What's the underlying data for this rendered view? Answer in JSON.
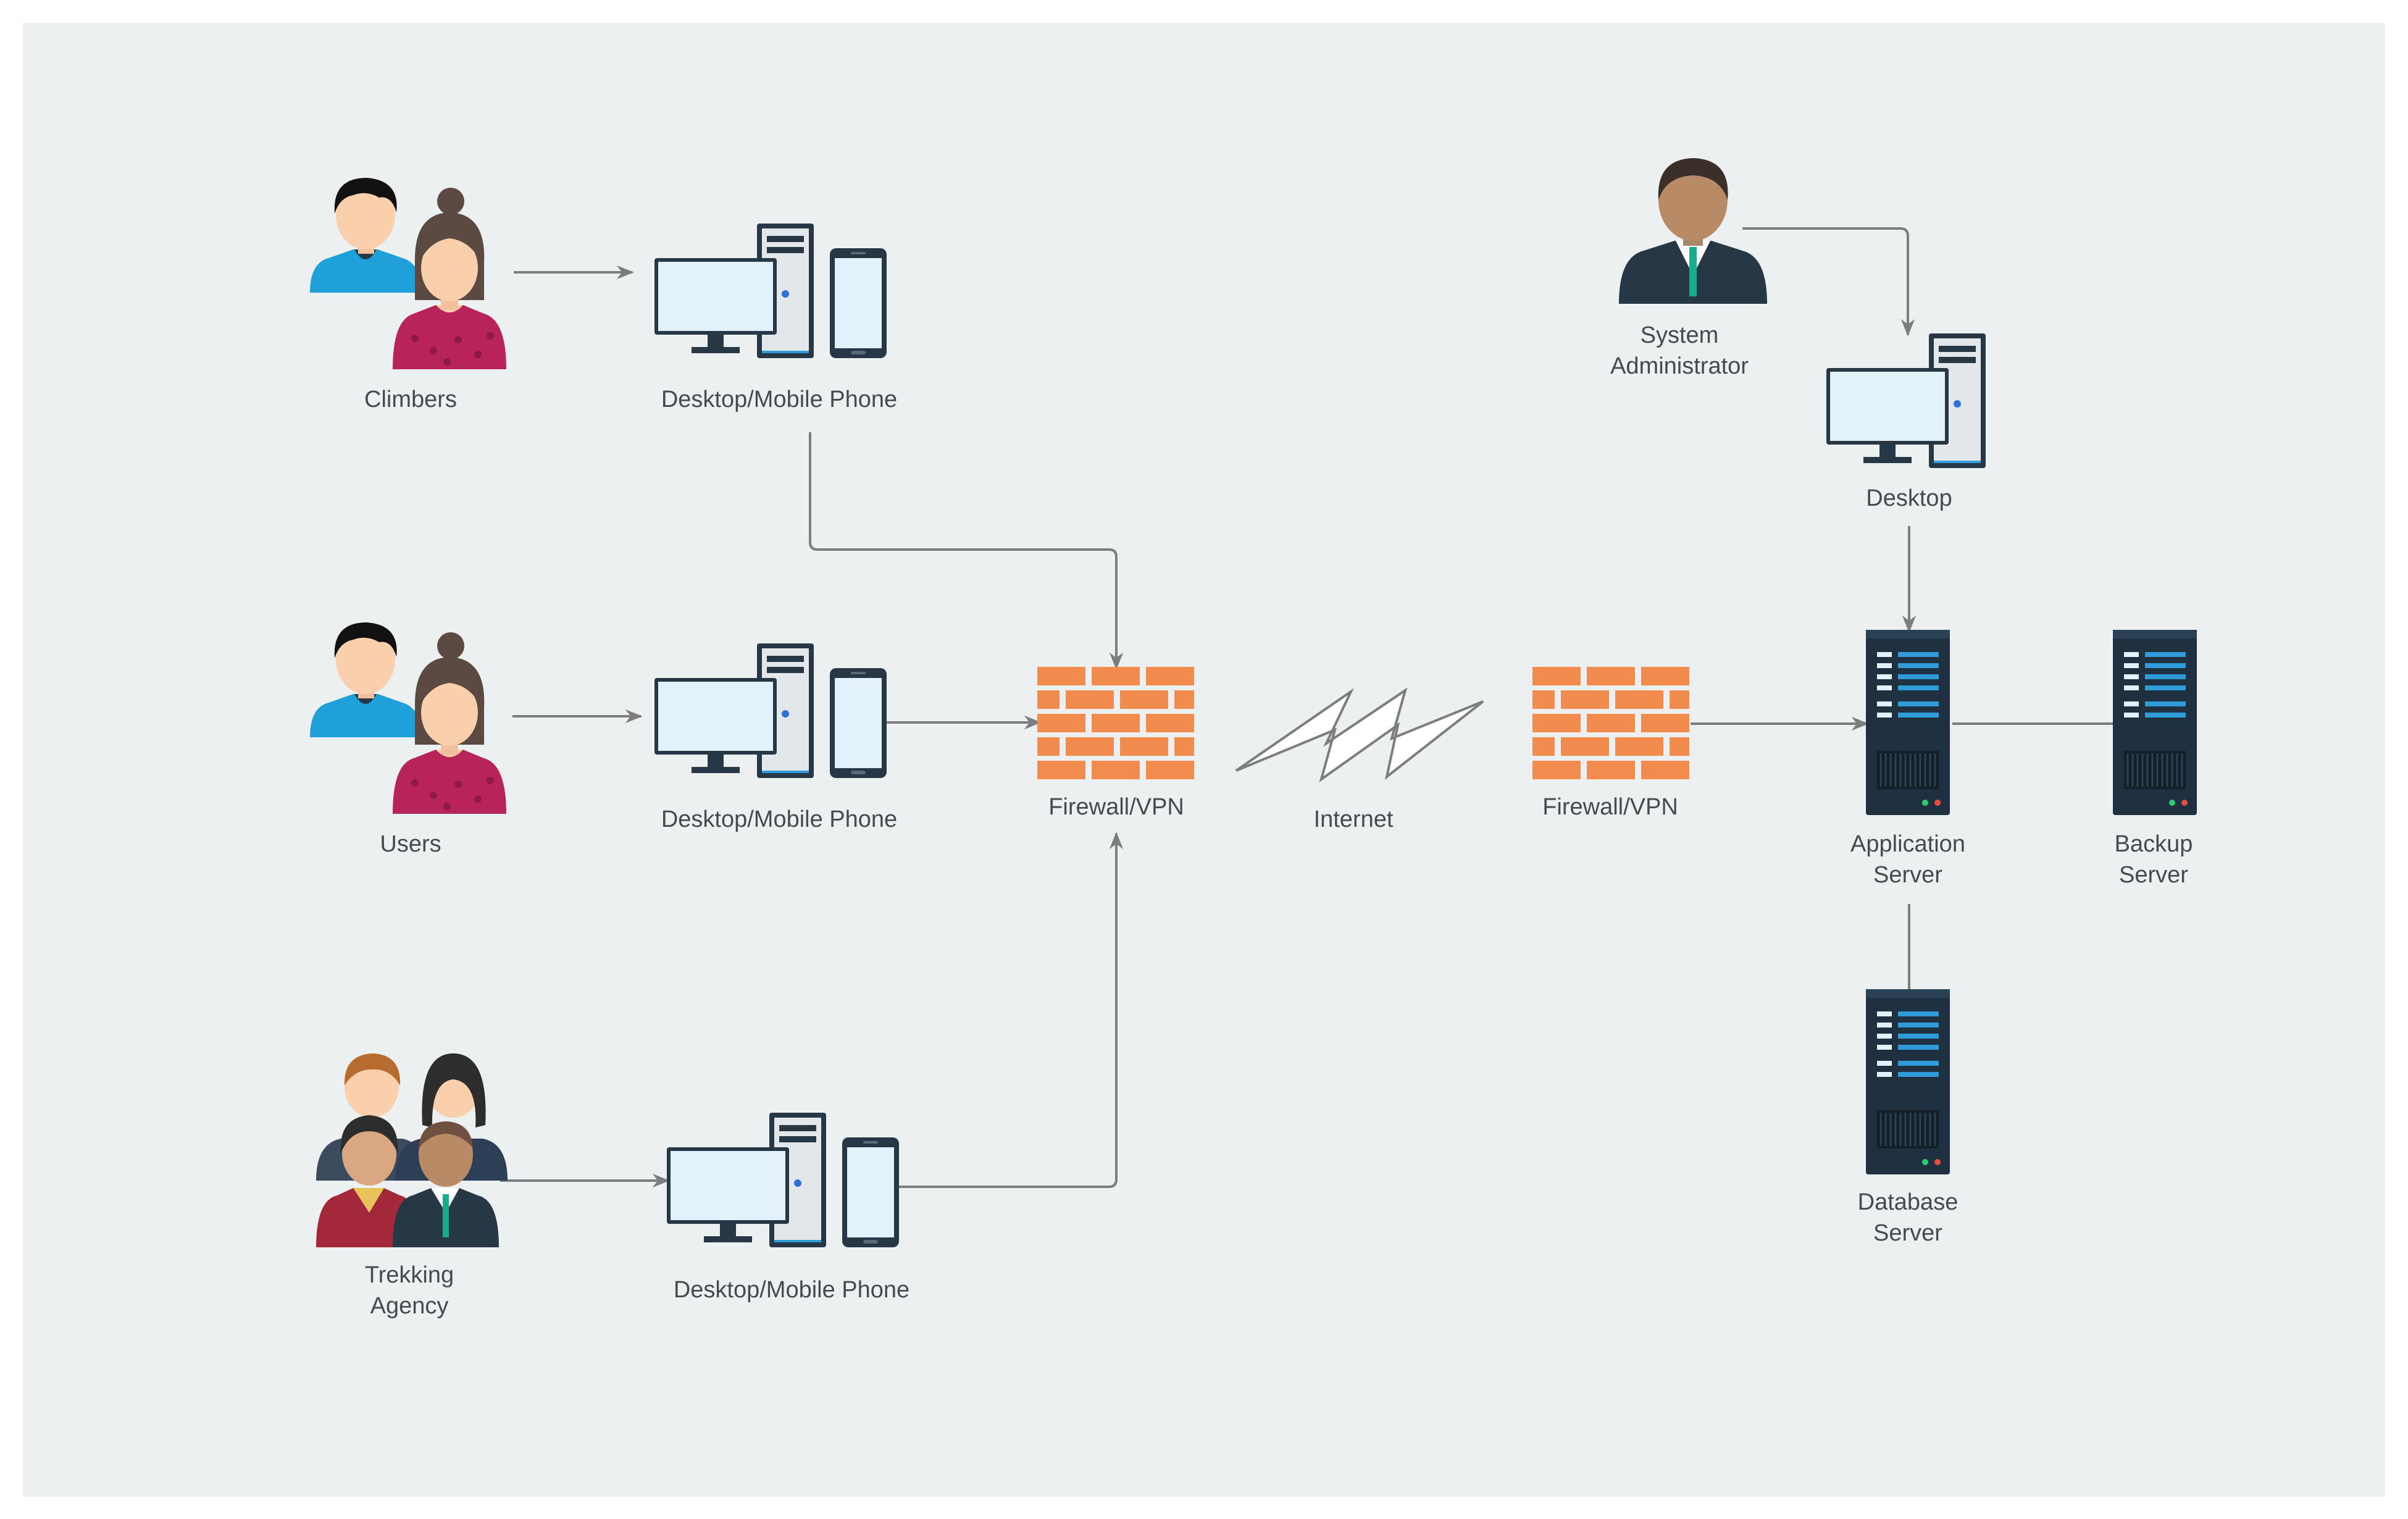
{
  "nodes": {
    "climbers": "Climbers",
    "climbers_devices": "Desktop/Mobile Phone",
    "users": "Users",
    "users_devices": "Desktop/Mobile Phone",
    "trekking_agency": "Trekking Agency",
    "agency_devices": "Desktop/Mobile Phone",
    "firewall_left": "Firewall/VPN",
    "internet": "Internet",
    "firewall_right": "Firewall/VPN",
    "system_administrator": "System Administrator",
    "admin_desktop": "Desktop",
    "application_server": "Application Server",
    "backup_server": "Backup Server",
    "database_server": "Database Server"
  },
  "icons": {
    "people_pair": "people-pair-icon",
    "people_group": "people-group-icon",
    "admin": "administrator-icon",
    "desktop_mobile": "desktop-mobile-icon",
    "desktop": "desktop-icon",
    "firewall": "firewall-icon",
    "internet": "lightning-icon",
    "server": "server-icon"
  },
  "colors": {
    "background": "#ecf0f1",
    "connector": "#7b7d7e",
    "label_text": "#444b4f",
    "firewall_brick": "#f28c4e",
    "server_body": "#1f3140",
    "server_accent": "#2f9bd8",
    "screen": "#e3f2fa",
    "monitor_frame": "#263746"
  }
}
